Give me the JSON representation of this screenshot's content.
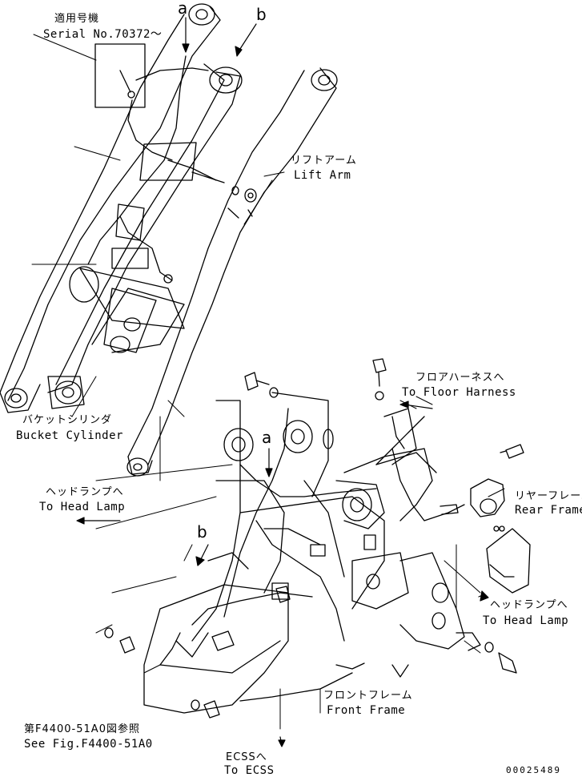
{
  "labels": {
    "serial_ja": "適用号機",
    "serial_en": "Serial No.70372～",
    "lift_arm_ja": "リフトアーム",
    "lift_arm_en": "Lift Arm",
    "bucket_cyl_ja": "バケットシリンダ",
    "bucket_cyl_en": "Bucket Cylinder",
    "head_lamp_left_ja": "ヘッドランプへ",
    "head_lamp_left_en": "To Head Lamp",
    "floor_harness_ja": "フロアハーネスへ",
    "floor_harness_en": "To Floor Harness",
    "rear_frame_ja": "リヤーフレーム",
    "rear_frame_en": "Rear Frame",
    "head_lamp_right_ja": "ヘッドランプへ",
    "head_lamp_right_en": "To Head Lamp",
    "front_frame_ja": "フロントフレーム",
    "front_frame_en": "Front Frame",
    "see_fig_ja": "第F4400-51A0図参照",
    "see_fig_en": "See Fig.F4400-51A0",
    "ecss_ja": "ECSSへ",
    "ecss_en": "To ECSS"
  },
  "callouts": {
    "a_top": "a",
    "b_top": "b",
    "a_frame": "a",
    "b_frame": "b"
  },
  "document_id": "00025489",
  "colors": {
    "line": "#000000",
    "background": "#ffffff"
  }
}
